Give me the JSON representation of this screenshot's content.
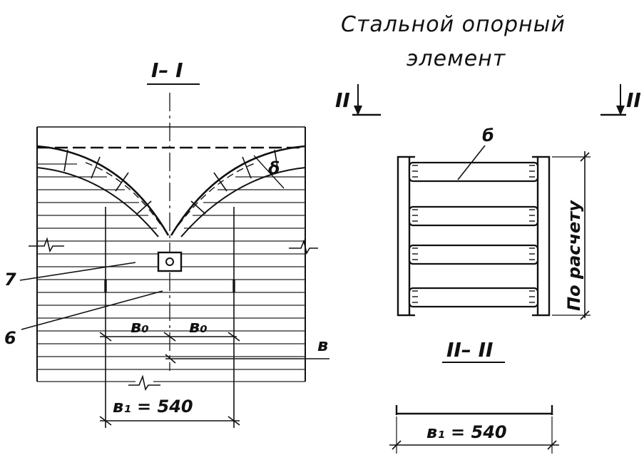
{
  "title": {
    "line1": "Стальной опорный",
    "line2": "элемент"
  },
  "section_1": {
    "label": "I– I",
    "callout_7": "7",
    "callout_6": "6",
    "callout_delta": "δ",
    "dim_b0_left": "в₀",
    "dim_b0_right": "в₀",
    "dim_b": "в",
    "dim_b1": "в₁ = 540"
  },
  "section_2": {
    "marker_left": "II",
    "marker_right": "II",
    "callout_6": "б",
    "dim_height": "По расчету",
    "label": "II– II",
    "dim_b1": "в₁ = 540"
  }
}
